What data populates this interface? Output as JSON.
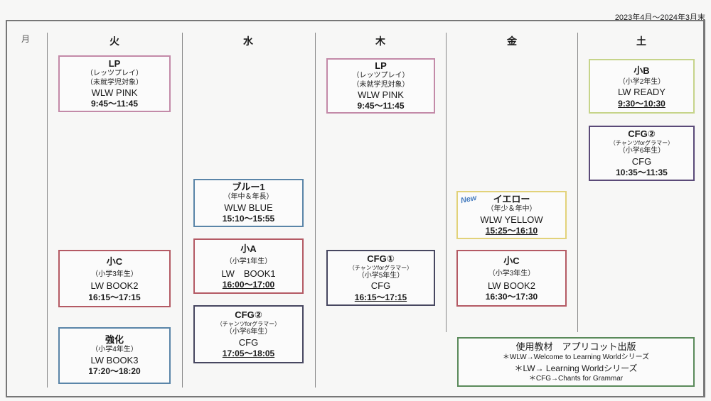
{
  "period": "2023年4月～2024年3月末",
  "days": [
    "月",
    "火",
    "水",
    "木",
    "金",
    "土"
  ],
  "colors": {
    "pink": "#c38aa8",
    "red": "#b45a64",
    "blue": "#5a85a8",
    "dark": "#474760",
    "yellow": "#e2d27a",
    "green": "#5a8a5a",
    "lime": "#c6d48a",
    "purple": "#5a4a78",
    "new": "#4a7fc0"
  },
  "classes": {
    "tue_lp": {
      "title": "LP",
      "sub1": "（レッツプレイ）",
      "sub2": "（未就学児対象）",
      "book": "WLW PINK",
      "time": "9:45～11:45"
    },
    "tue_c": {
      "title": "小C",
      "grade": "（小学3年生）",
      "book": "LW BOOK2",
      "time": "16:15～17:15"
    },
    "tue_kyoka": {
      "title": "強化",
      "grade": "（小学4年生）",
      "book": "LW BOOK3",
      "time": "17:20～18:20"
    },
    "wed_blue": {
      "title": "ブルー1",
      "grade": "（年中＆年長）",
      "book": "WLW BLUE",
      "time": "15:10～15:55"
    },
    "wed_a": {
      "title": "小A",
      "grade": "（小学1年生）",
      "book": "LW　BOOK1",
      "time": "16:00～17:00"
    },
    "wed_cfg2": {
      "title": "CFG②",
      "sub": "（チャンツforグラマー）",
      "grade": "（小学6年生）",
      "book": "CFG",
      "time": "17:05～18:05"
    },
    "thu_lp": {
      "title": "LP",
      "sub1": "（レッツプレイ）",
      "sub2": "（未就学児対象）",
      "book": "WLW PINK",
      "time": "9:45～11:45"
    },
    "thu_cfg1": {
      "title": "CFG①",
      "sub": "（チャンツforグラマー）",
      "grade": "（小学5年生）",
      "book": "CFG",
      "time": "16:15～17:15"
    },
    "fri_yellow": {
      "badge": "New",
      "title": "イエロー",
      "grade": "（年少＆年中）",
      "book": "WLW YELLOW",
      "time": "15:25～16:10"
    },
    "fri_c": {
      "title": "小C",
      "grade": "（小学3年生）",
      "book": "LW BOOK2",
      "time": "16:30～17:30"
    },
    "sat_b": {
      "title": "小B",
      "grade": "（小学2年生）",
      "book": "LW READY",
      "time": "9:30～10:30"
    },
    "sat_cfg2": {
      "title": "CFG②",
      "sub": "（チャンツforグラマー）",
      "grade": "（小学6年生）",
      "book": "CFG",
      "time": "10:35～11:35"
    }
  },
  "note": {
    "heading": "使用教材　アプリコット出版",
    "lines": [
      "＊WLW→Welcome to Learning Worldシリーズ",
      "＊LW→ Learning Worldシリーズ",
      "＊CFG→Chants for Grammar"
    ]
  }
}
